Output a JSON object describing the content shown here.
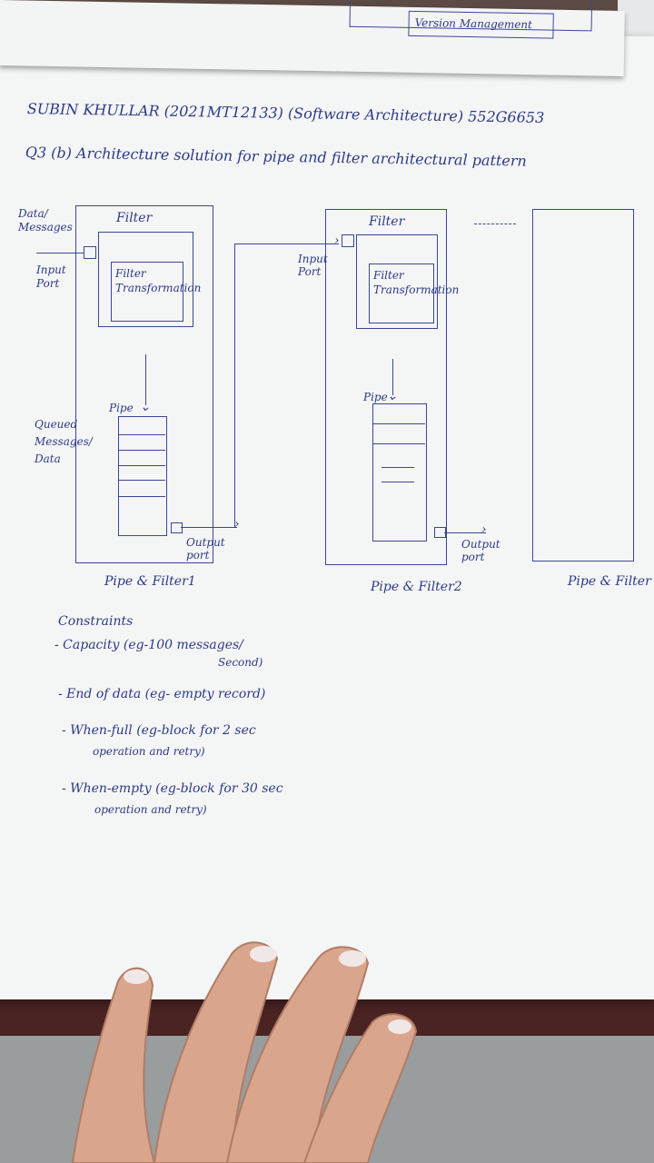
{
  "header": {
    "top_box_text": "Version Management",
    "author_line": "SUBIN KHULLAR (2021MT12133) (Software Architecture) 552G6653",
    "question_line": "Q3 (b) Architecture solution for pipe and filter architectural pattern"
  },
  "diagram": {
    "filter1": {
      "filter_label": "Filter",
      "transformation_label": "Filter Transformation",
      "pipe_label": "Pipe",
      "caption": "Pipe & Filter1"
    },
    "filter2": {
      "filter_label": "Filter",
      "transformation_label": "Filter Transformation",
      "pipe_label": "Pipe",
      "caption": "Pipe & Filter2"
    },
    "filter3": {
      "caption": "Pipe & Filter"
    },
    "labels": {
      "data_messages": "Data/ Messages",
      "input_port_1": "Input Port",
      "queued_messages": "Queued Messages/ Data",
      "output_port_1": "Output port",
      "input_port_2": "Input Port",
      "output_port_2": "Output port"
    }
  },
  "constraints": {
    "title": "Constraints",
    "items": [
      {
        "line1": "- Capacity (eg-100 messages/",
        "line2": "Second)"
      },
      {
        "line1": "- End of data (eg- empty record)",
        "line2": ""
      },
      {
        "line1": "- When-full (eg-block for 2 sec",
        "line2": "operation        and retry)"
      },
      {
        "line1": "- When-empty (eg-block for 30 sec",
        "line2": "operation        and retry)"
      }
    ]
  }
}
